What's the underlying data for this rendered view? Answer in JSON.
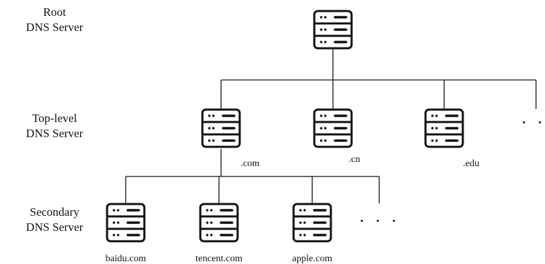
{
  "levels": {
    "root": {
      "line1": "Root",
      "line2": "DNS Server"
    },
    "top": {
      "line1": "Top-level",
      "line2": "DNS Server"
    },
    "secondary": {
      "line1": "Secondary",
      "line2": "DNS Server"
    }
  },
  "root_server": {
    "icon": "server-icon"
  },
  "top_level_servers": [
    {
      "label": ".com",
      "icon": "server-icon"
    },
    {
      "label": ".cn",
      "icon": "server-icon"
    },
    {
      "label": ".edu",
      "icon": "server-icon"
    }
  ],
  "secondary_servers": [
    {
      "label": "baidu.com",
      "icon": "server-icon"
    },
    {
      "label": "tencent.com",
      "icon": "server-icon"
    },
    {
      "label": "apple.com",
      "icon": "server-icon"
    }
  ],
  "ellipsis": {
    "top": "· ·",
    "secondary": "· · ·"
  },
  "colors": {
    "stroke": "#111111",
    "background": "#ffffff"
  }
}
